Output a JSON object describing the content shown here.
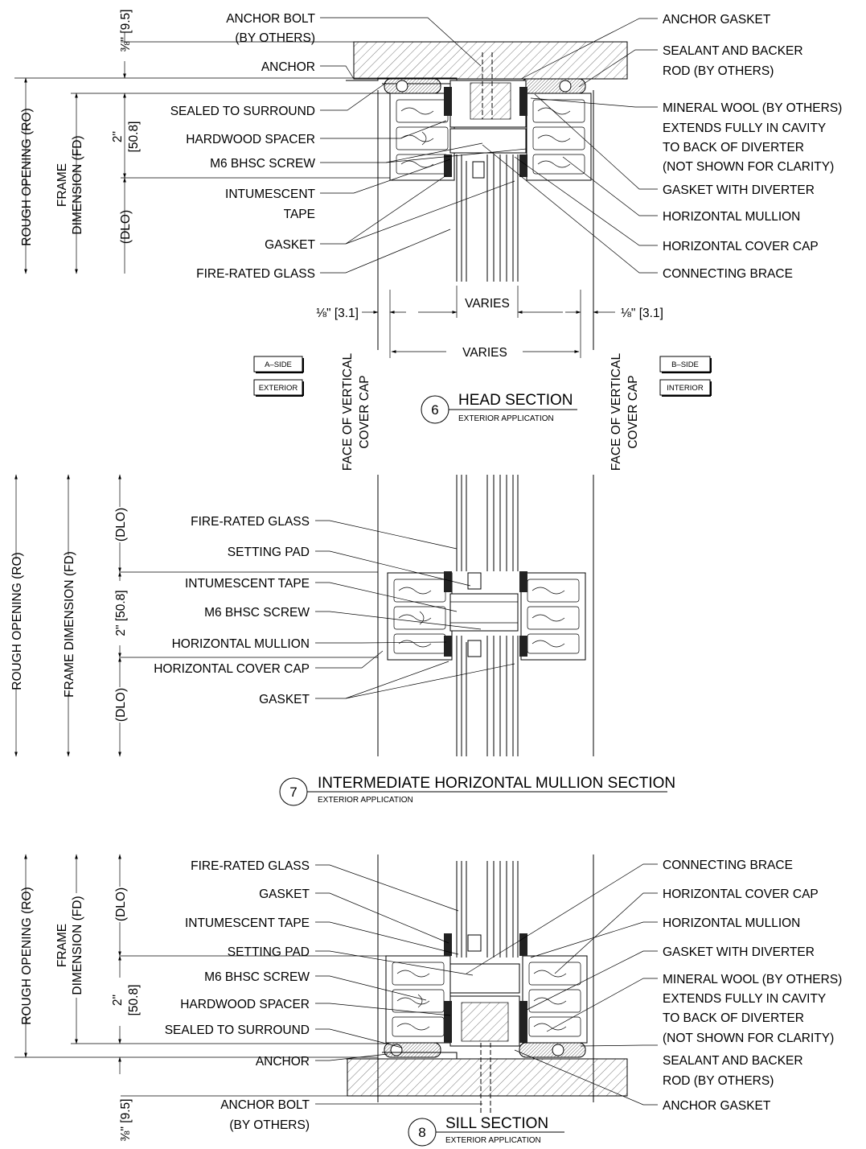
{
  "head_section": {
    "number": "6",
    "title": "HEAD SECTION",
    "subtitle": "EXTERIOR APPLICATION",
    "left_labels": {
      "anchor_bolt_1": "ANCHOR BOLT",
      "anchor_bolt_2": "(BY OTHERS)",
      "anchor": "ANCHOR",
      "sealed": "SEALED TO SURROUND",
      "hardwood": "HARDWOOD SPACER",
      "screw": "M6 BHSC SCREW",
      "intumescent_1": "INTUMESCENT",
      "intumescent_2": "TAPE",
      "gasket": "GASKET",
      "glass": "FIRE-RATED GLASS"
    },
    "right_labels": {
      "anchor_gasket": "ANCHOR GASKET",
      "sealant_1": "SEALANT AND BACKER",
      "sealant_2": "ROD (BY OTHERS)",
      "wool_1": "MINERAL WOOL (BY OTHERS)",
      "wool_2": "EXTENDS FULLY IN CAVITY",
      "wool_3": "TO BACK OF DIVERTER",
      "wool_4": "(NOT SHOWN FOR CLARITY)",
      "gasket_diverter": "GASKET WITH DIVERTER",
      "mullion": "HORIZONTAL MULLION",
      "cover_cap": "HORIZONTAL COVER CAP",
      "brace": "CONNECTING BRACE"
    },
    "dims": {
      "ro": "ROUGH OPENING (RO)",
      "fd_1": "FRAME",
      "fd_2": "DIMENSION (FD)",
      "dlo": "(DLO)",
      "two_in_a": "2\"",
      "two_in_b": "[50.8]",
      "three_eighths": "⅜\" [9.5]",
      "eighth_left": "⅛\" [3.1]",
      "eighth_right": "⅛\" [3.1]",
      "varies_inner": "VARIES",
      "varies_outer": "VARIES",
      "face_1": "FACE OF VERTICAL",
      "face_2": "COVER CAP"
    },
    "tags": {
      "a_side": "A–SIDE",
      "exterior": "EXTERIOR",
      "b_side": "B–SIDE",
      "interior": "INTERIOR"
    }
  },
  "mullion_section": {
    "number": "7",
    "title": "INTERMEDIATE HORIZONTAL MULLION SECTION",
    "subtitle": "EXTERIOR APPLICATION",
    "labels": {
      "glass": "FIRE-RATED GLASS",
      "setting_pad": "SETTING PAD",
      "intumescent": "INTUMESCENT TAPE",
      "screw": "M6 BHSC SCREW",
      "mullion": "HORIZONTAL MULLION",
      "cover_cap": "HORIZONTAL COVER CAP",
      "gasket": "GASKET"
    },
    "dims": {
      "ro": "ROUGH OPENING (RO)",
      "fd": "FRAME DIMENSION (FD)",
      "dlo": "(DLO)",
      "two_in": "2\" [50.8]"
    }
  },
  "sill_section": {
    "number": "8",
    "title": "SILL SECTION",
    "subtitle": "EXTERIOR APPLICATION",
    "left_labels": {
      "glass": "FIRE-RATED GLASS",
      "gasket": "GASKET",
      "intumescent": "INTUMESCENT TAPE",
      "setting_pad": "SETTING PAD",
      "screw": "M6 BHSC SCREW",
      "hardwood": "HARDWOOD SPACER",
      "sealed": "SEALED TO SURROUND",
      "anchor": "ANCHOR",
      "anchor_bolt_1": "ANCHOR BOLT",
      "anchor_bolt_2": "(BY OTHERS)"
    },
    "right_labels": {
      "brace": "CONNECTING BRACE",
      "cover_cap": "HORIZONTAL COVER CAP",
      "mullion": "HORIZONTAL MULLION",
      "gasket_diverter": "GASKET WITH DIVERTER",
      "wool_1": "MINERAL WOOL (BY OTHERS)",
      "wool_2": "EXTENDS FULLY IN CAVITY",
      "wool_3": "TO BACK OF DIVERTER",
      "wool_4": "(NOT SHOWN FOR CLARITY)",
      "sealant_1": "SEALANT AND BACKER",
      "sealant_2": "ROD (BY OTHERS)",
      "anchor_gasket": "ANCHOR GASKET"
    },
    "dims": {
      "ro": "ROUGH OPENING (RO)",
      "fd_1": "FRAME",
      "fd_2": "DIMENSION (FD)",
      "dlo": "(DLO)",
      "two_in_a": "2\"",
      "two_in_b": "[50.8]",
      "three_eighths": "⅜\" [9.5]"
    }
  }
}
